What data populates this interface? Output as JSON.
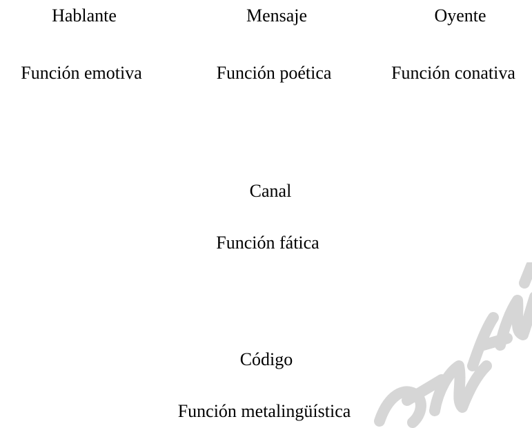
{
  "diagram": {
    "speaker": {
      "label": "Hablante",
      "function": "Función emotiva"
    },
    "message": {
      "label": "Mensaje",
      "function": "Función poética"
    },
    "listener": {
      "label": "Oyente",
      "function": "Función conativa"
    },
    "channel": {
      "label": "Canal",
      "function": "Función fática"
    },
    "code": {
      "label": "Código",
      "function": "Función metalingüística"
    }
  },
  "watermark": {
    "text": "Futur"
  },
  "colors": {
    "text": "#000000",
    "watermark": "#d9d9d9",
    "background": "#ffffff"
  }
}
